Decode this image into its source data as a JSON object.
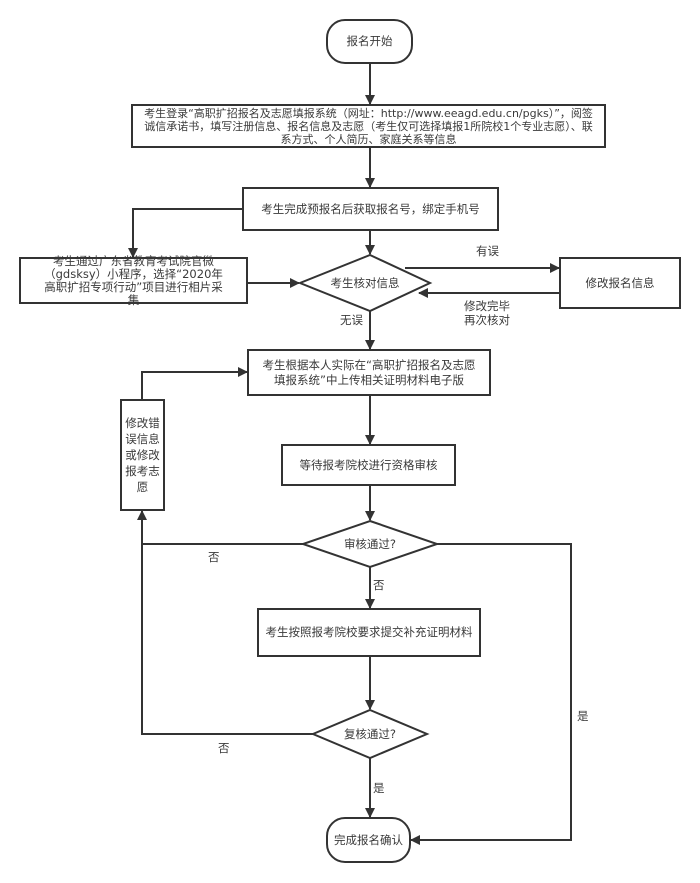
{
  "flowchart": {
    "colors": {
      "stroke": "#333333",
      "text": "#3a3a3a",
      "background": "#ffffff"
    },
    "nodes": {
      "start": {
        "type": "terminator",
        "text": "报名开始"
      },
      "login": {
        "type": "process",
        "text": "考生登录“高职扩招报名及志愿填报系统（网址：http://www.eeagd.edu.cn/pgks）”，阅签诚信承诺书，填写注册信息、报名信息及志愿（考生仅可选择填报1所院校1个专业志愿）、联系方式、个人简历、家庭关系等信息"
      },
      "get_number": {
        "type": "process",
        "text": "考生完成预报名后获取报名号，绑定手机号"
      },
      "photo": {
        "type": "process",
        "text": "考生通过广东省教育考试院官微（gdsksy）小程序，选择“2020年高职扩招专项行动”项目进行相片采集"
      },
      "verify_info": {
        "type": "decision",
        "text": "考生核对信息"
      },
      "modify_info": {
        "type": "process",
        "text": "修改报名信息"
      },
      "upload": {
        "type": "process",
        "text": "考生根据本人实际在“高职扩招报名及志愿填报系统”中上传相关证明材料电子版"
      },
      "fix_errors": {
        "type": "process",
        "text": "修改错误信息或修改报考志愿"
      },
      "wait_review": {
        "type": "process",
        "text": "等待报考院校进行资格审核"
      },
      "review_pass": {
        "type": "decision",
        "text": "审核通过?"
      },
      "supplement": {
        "type": "process",
        "text": "考生按照报考院校要求提交补充证明材料"
      },
      "recheck_pass": {
        "type": "decision",
        "text": "复核通过?"
      },
      "end": {
        "type": "terminator",
        "text": "完成报名确认"
      }
    },
    "edge_labels": {
      "has_error": "有误",
      "modified_recheck": "修改完毕\n再次核对",
      "no_error": "无误",
      "review_no_left": "否",
      "review_no_down": "否",
      "review_yes": "是",
      "recheck_no": "否",
      "recheck_yes": "是"
    }
  }
}
